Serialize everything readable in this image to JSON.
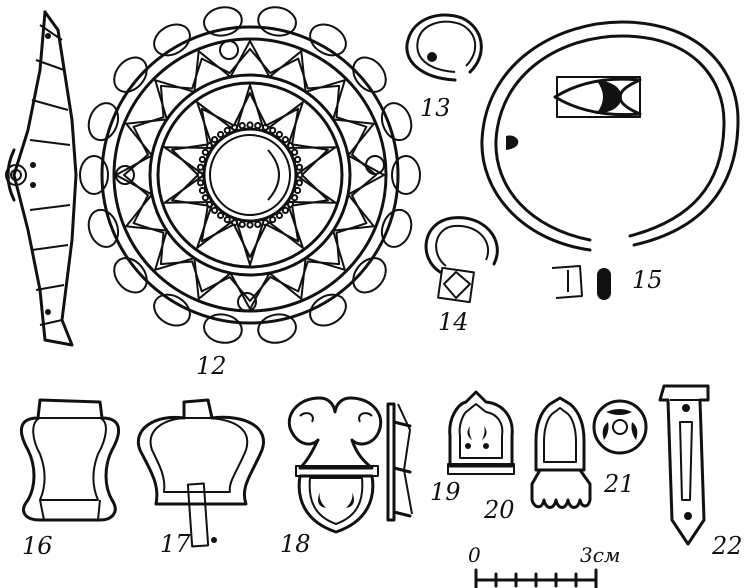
{
  "figure_labels": {
    "item_12": "12",
    "item_13": "13",
    "item_14": "14",
    "item_15": "15",
    "item_16": "16",
    "item_17": "17",
    "item_18": "18",
    "item_19": "19",
    "item_20": "20",
    "item_21": "21",
    "item_22": "22"
  },
  "scale_bar": {
    "start_label": "0",
    "end_label": "3см"
  },
  "colors": {
    "ink": "#111111",
    "paper": "#ffffff"
  }
}
